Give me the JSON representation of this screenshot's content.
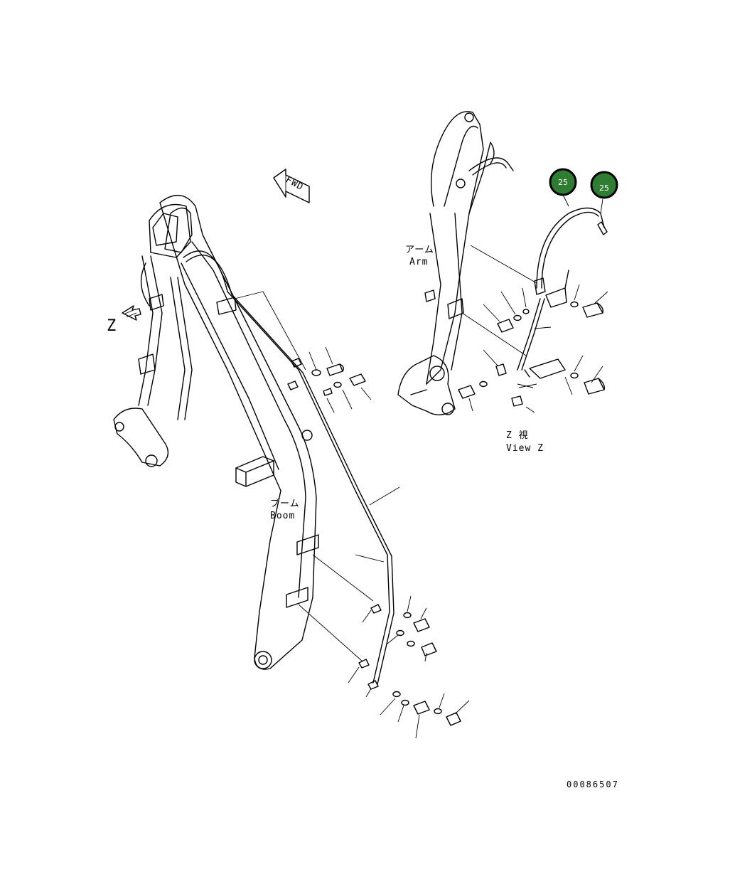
{
  "labels": {
    "arm_jp": "アーム",
    "arm_en": "Arm",
    "boom_jp": "ブーム",
    "boom_en": "Boom",
    "fwd": "FWD",
    "z_marker": "Z",
    "view_z_jp": "Z 視",
    "view_z_en": "View Z"
  },
  "callouts": [
    {
      "number": "25",
      "color": "#2e7d32"
    },
    {
      "number": "25",
      "color": "#2e7d32"
    }
  ],
  "drawing_number": "00086507"
}
